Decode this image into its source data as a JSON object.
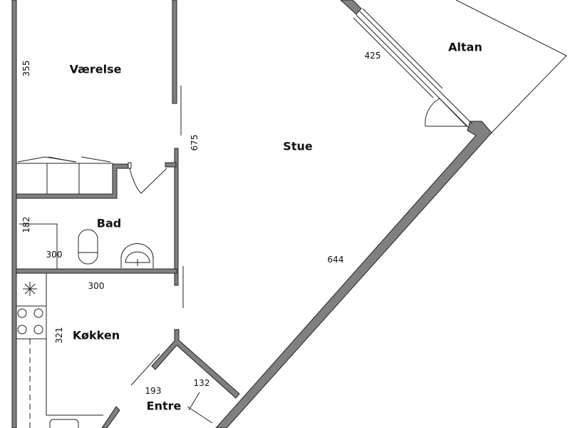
{
  "rooms": {
    "vaerelse": "Værelse",
    "stue": "Stue",
    "altan": "Altan",
    "bad": "Bad",
    "koekken": "Køkken",
    "entre": "Entre"
  },
  "dimensions": {
    "vaerelse_height": "355",
    "stue_wall": "675",
    "altan_window": "425",
    "bad_height": "182",
    "bad_width": "300",
    "koekken_width": "300",
    "stue_diagonal": "644",
    "koekken_height": "321",
    "entre_width": "193",
    "entre_closet": "132"
  },
  "colors": {
    "wall": "#808080",
    "line": "#222222"
  }
}
